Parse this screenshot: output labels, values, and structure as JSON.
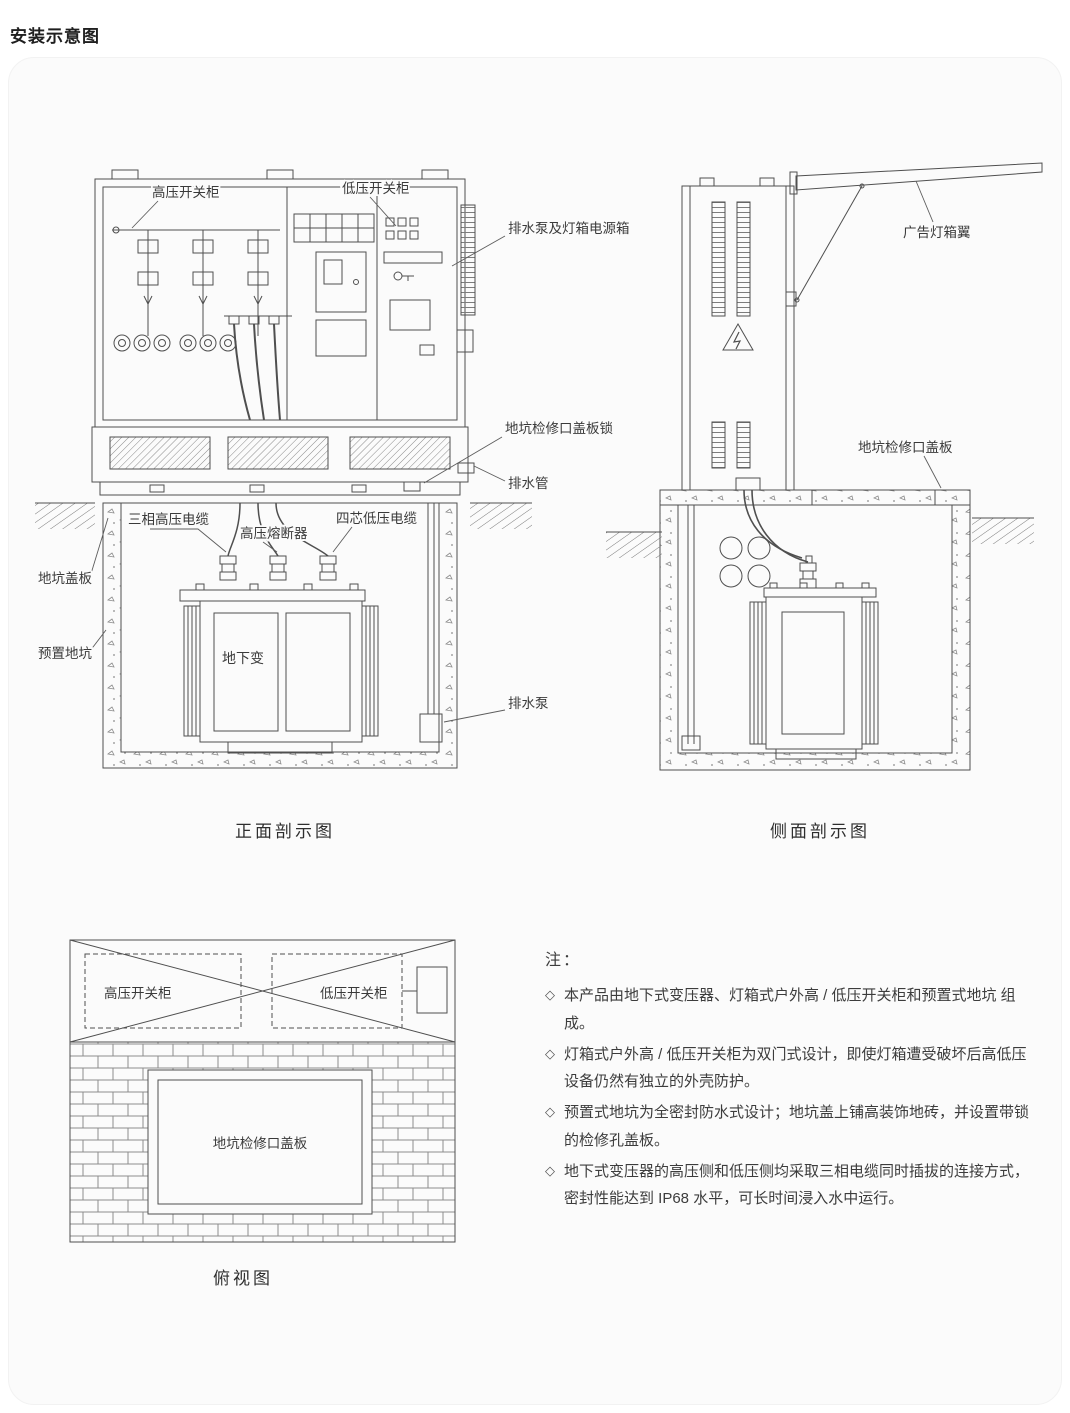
{
  "page": {
    "title": "安装示意图"
  },
  "front_view": {
    "caption": "正面剖示图",
    "labels": {
      "hv_cabinet": "高压开关柜",
      "lv_cabinet": "低压开关柜",
      "pump_power_box": "排水泵及灯箱电源箱",
      "pit_hatch_lock": "地坑检修口盖板锁",
      "drain_pipe": "排水管",
      "three_phase_hv_cable": "三相高压电缆",
      "hv_fuse": "高压熔断器",
      "four_core_lv_cable": "四芯低压电缆",
      "pit_cover": "地坑盖板",
      "preset_pit": "预置地坑",
      "underground_transformer": "地下变",
      "drain_pump": "排水泵"
    }
  },
  "side_view": {
    "caption": "侧面剖示图",
    "labels": {
      "ad_lightbox_wing": "广告灯箱翼",
      "pit_hatch_cover": "地坑检修口盖板"
    }
  },
  "top_view": {
    "caption": "俯视图",
    "labels": {
      "hv_cabinet": "高压开关柜",
      "lv_cabinet": "低压开关柜",
      "pit_hatch_cover": "地坑检修口盖板"
    }
  },
  "notes": {
    "heading": "注：",
    "bullet": "◇",
    "items": [
      "本产品由地下式变压器、灯箱式户外高 / 低压开关柜和预置式地坑 组成。",
      "灯箱式户外高 / 低压开关柜为双门式设计，即使灯箱遭受破坏后高低压设备仍然有独立的外壳防护。",
      "预置式地坑为全密封防水式设计；地坑盖上铺高装饰地砖，并设置带锁的检修孔盖板。",
      "地下式变压器的高压侧和低压侧均采取三相电缆同时插拔的连接方式，密封性能达到 IP68 水平，可长时间浸入水中运行。"
    ]
  },
  "colors": {
    "line": "#4f4f4f",
    "text": "#3a3a3a",
    "panel_bg": "#fbfbfb"
  }
}
